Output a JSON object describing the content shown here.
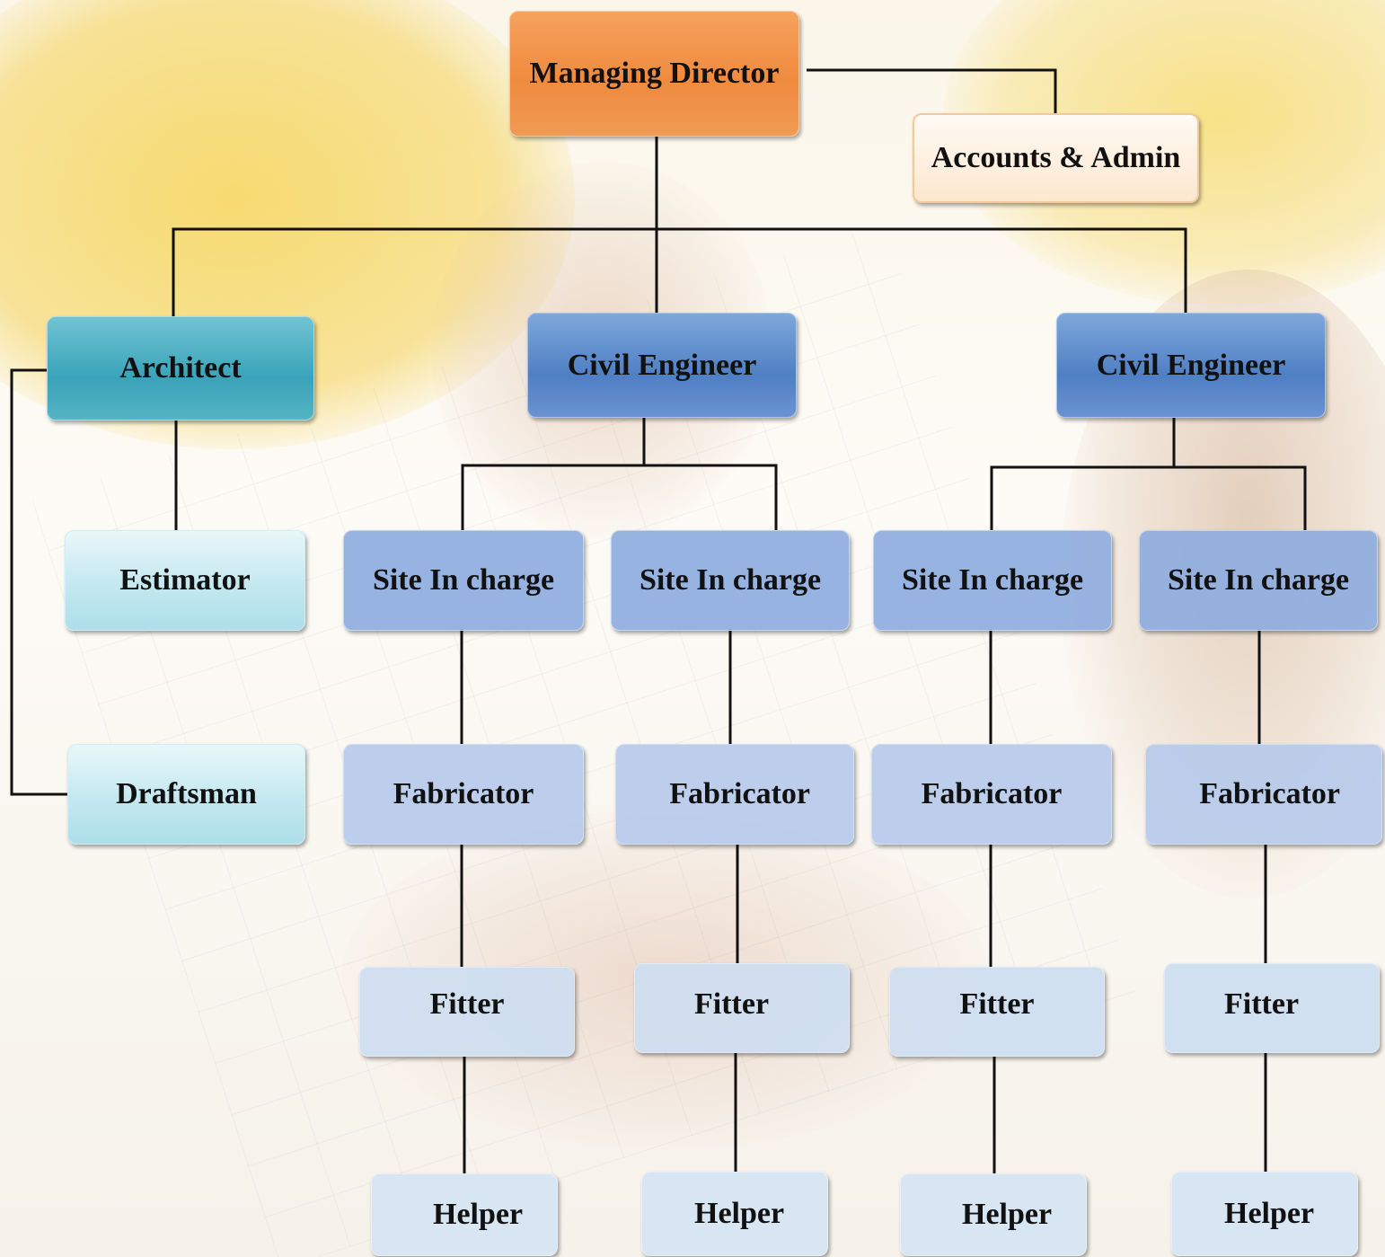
{
  "org_chart": {
    "managing_director": "Managing Director",
    "accounts_admin": "Accounts & Admin",
    "architect": {
      "label": "Architect",
      "estimator": "Estimator",
      "draftsman": "Draftsman"
    },
    "civil_engineers": [
      {
        "label": "Civil Engineer",
        "teams": [
          {
            "site": "Site In charge",
            "fabricator": "Fabricator",
            "fitter": "Fitter",
            "helper": "Helper"
          },
          {
            "site": "Site In charge",
            "fabricator": "Fabricator",
            "fitter": "Fitter",
            "helper": "Helper"
          }
        ]
      },
      {
        "label": "Civil Engineer",
        "teams": [
          {
            "site": "Site In charge",
            "fabricator": "Fabricator",
            "fitter": "Fitter",
            "helper": "Helper"
          },
          {
            "site": "Site In charge",
            "fabricator": "Fabricator",
            "fitter": "Fitter",
            "helper": "Helper"
          }
        ]
      }
    ]
  },
  "colors": {
    "managing_director": "#ef8b3e",
    "accounts_admin": "#fde7cf",
    "architect": "#3aa3b9",
    "civil_engineer": "#4f7fc4",
    "estimator_draftsman": "#c4e8f0",
    "site_in_charge": "#8eacde",
    "fabricator": "#b6caea",
    "fitter": "#cedef0",
    "helper": "#d6e4f2",
    "connector": "#111111"
  }
}
